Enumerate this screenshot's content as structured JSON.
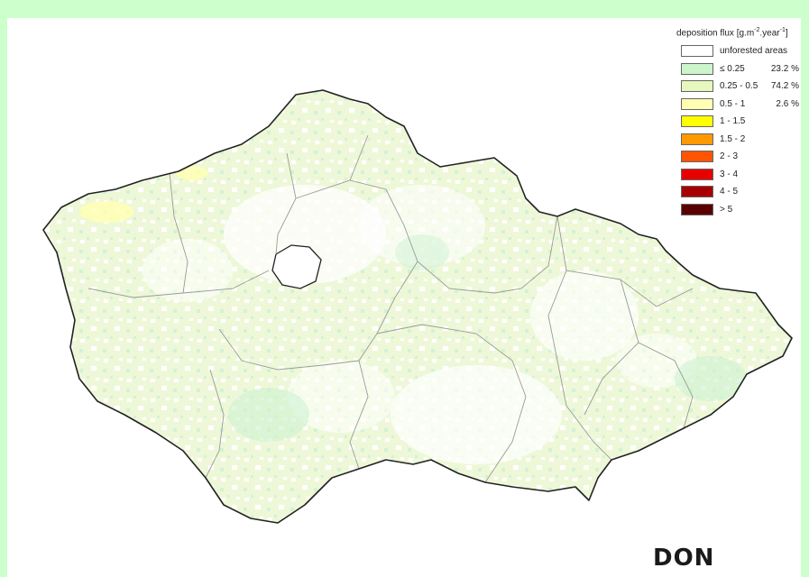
{
  "legend": {
    "title": "deposition flux [g.m",
    "title_sup1": "-2",
    "title_mid": ".year",
    "title_sup2": "-1",
    "title_end": "]",
    "items": [
      {
        "range": "unforested areas",
        "pct": "",
        "color": "#ffffff"
      },
      {
        "range": "≤ 0.25",
        "pct": "23.2 %",
        "color": "#ccf5cc"
      },
      {
        "range": "0.25 - 0.5",
        "pct": "74.2 %",
        "color": "#e6f7bf"
      },
      {
        "range": "0.5 - 1",
        "pct": "2.6 %",
        "color": "#ffffb3"
      },
      {
        "range": "1 - 1.5",
        "pct": "",
        "color": "#ffff00"
      },
      {
        "range": "1.5 - 2",
        "pct": "",
        "color": "#ff9900"
      },
      {
        "range": "2 - 3",
        "pct": "",
        "color": "#ff5500"
      },
      {
        "range": "3 - 4",
        "pct": "",
        "color": "#e60000"
      },
      {
        "range": "4 - 5",
        "pct": "",
        "color": "#a80000"
      },
      {
        "range": "> 5",
        "pct": "",
        "color": "#5a0000"
      }
    ]
  },
  "corner_label": "DON",
  "colors": {
    "page_background": "#ccffcc",
    "map_fill": "#eef8d8",
    "border": "#222222",
    "region_line": "#9a9a9a",
    "low_patch": "#ccf2d0"
  }
}
